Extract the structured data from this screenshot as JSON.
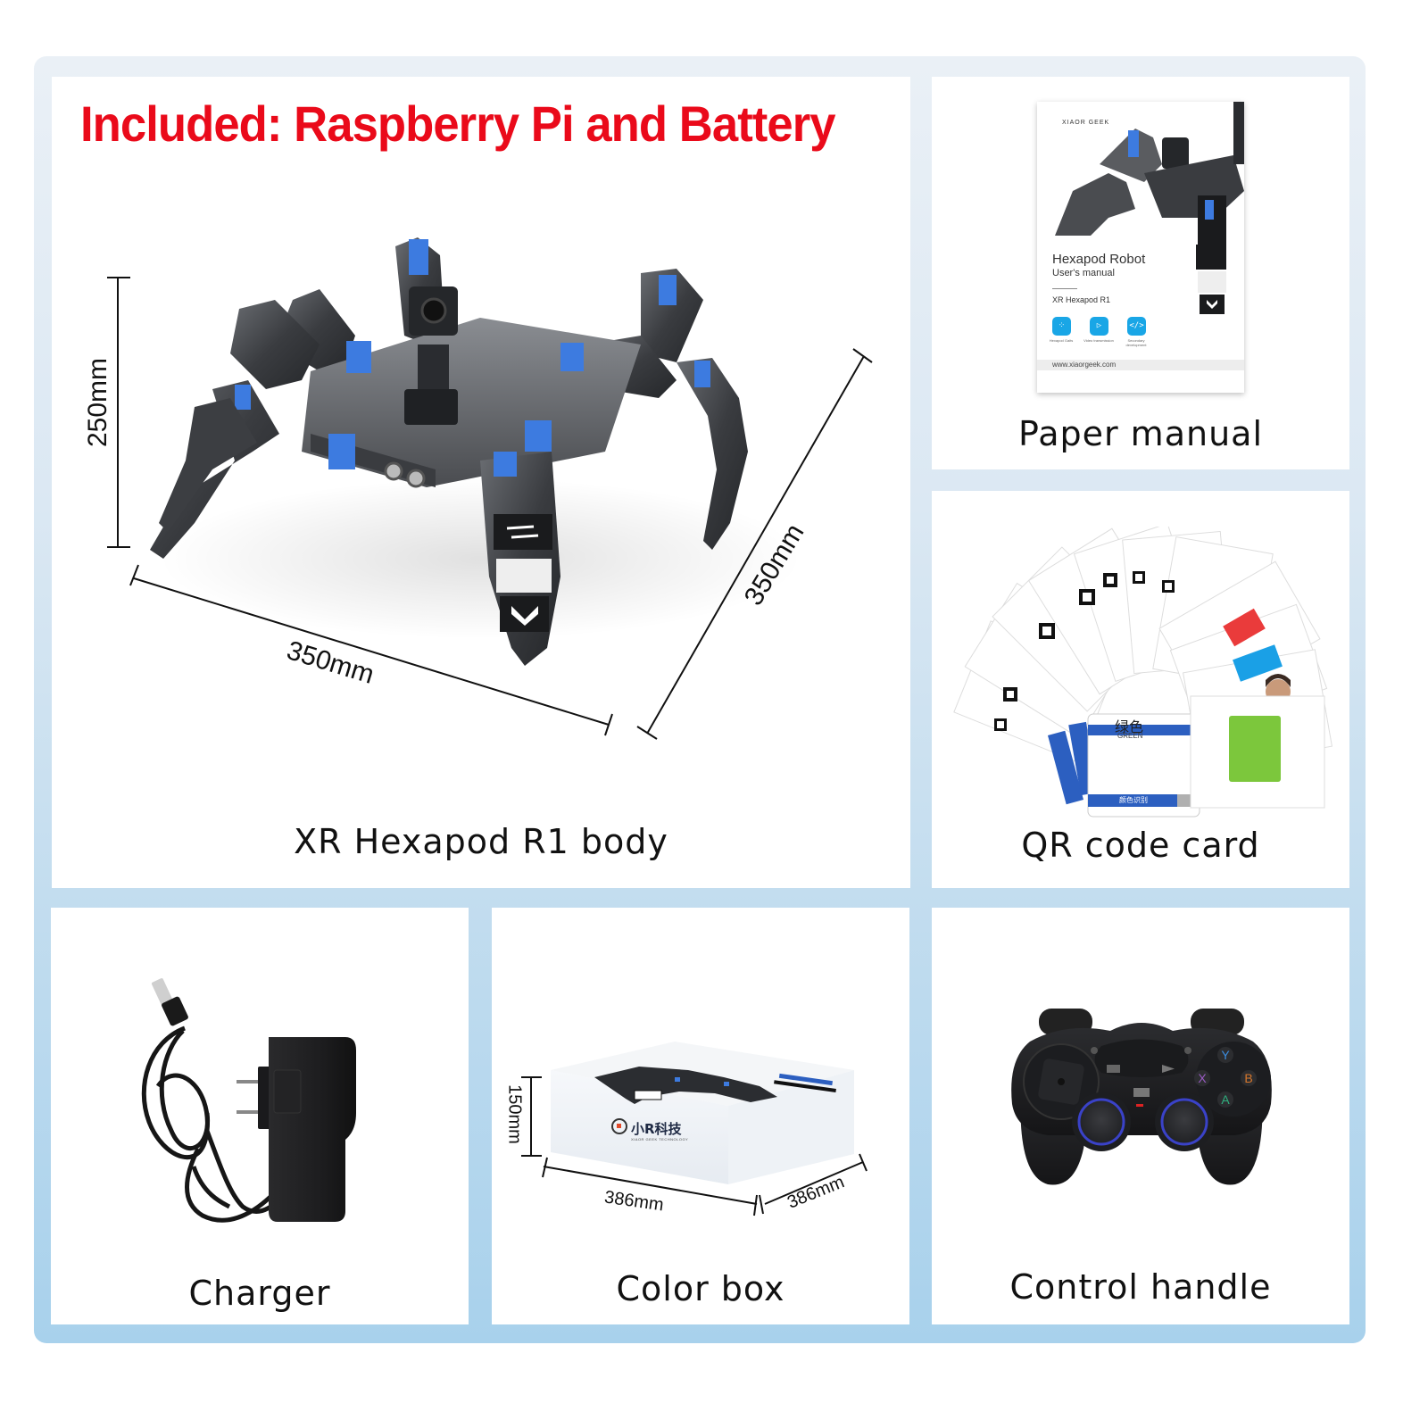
{
  "headline": "Included: Raspberry Pi and Battery",
  "colors": {
    "headline_red": "#ea0a1a",
    "frame_top": "#eaf0f6",
    "frame_bottom": "#a8d1ec",
    "panel_bg": "#ffffff",
    "servo_blue": "#3d7be0",
    "manual_icon_blue": "#19a6e6",
    "card_blue": "#2c5fc0",
    "card_green": "#7cc73c"
  },
  "panels": {
    "body": {
      "caption": "XR Hexapod R1 body",
      "dimensions": {
        "height": "250mm",
        "width": "350mm",
        "depth": "350mm"
      },
      "image": "hexapod-robot"
    },
    "manual": {
      "caption": "Paper manual",
      "cover": {
        "brand": "XIAOR GEEK",
        "title": "Hexapod Robot",
        "subtitle": "User's manual",
        "model": "XR Hexapod R1",
        "features": [
          {
            "icon": "hexapod-gait-icon",
            "glyph": "⁘",
            "label": "Hexapod Gaits"
          },
          {
            "icon": "video-icon",
            "glyph": "▷",
            "label": "Video transmission"
          },
          {
            "icon": "code-icon",
            "glyph": "</>",
            "label": "Secondary development"
          }
        ],
        "url": "www.xiaorgeek.com"
      }
    },
    "qr": {
      "caption": "QR code card",
      "card_text": {
        "chinese": "绿色",
        "english": "GREEN",
        "footer": "颜色识别"
      }
    },
    "charger": {
      "caption": "Charger",
      "image": "power-adapter"
    },
    "box": {
      "caption": "Color box",
      "dimensions": {
        "height": "150mm",
        "width": "386mm",
        "depth": "386mm"
      },
      "logo_text": "小R科技",
      "logo_sub": "XIAOR GEEK TECHNOLOGY"
    },
    "pad": {
      "caption": "Control handle",
      "buttons": [
        {
          "label": "Y",
          "color": "#3b8de0"
        },
        {
          "label": "X",
          "color": "#9a5cc4"
        },
        {
          "label": "B",
          "color": "#d6772c"
        },
        {
          "label": "A",
          "color": "#2fae7e"
        }
      ]
    }
  }
}
